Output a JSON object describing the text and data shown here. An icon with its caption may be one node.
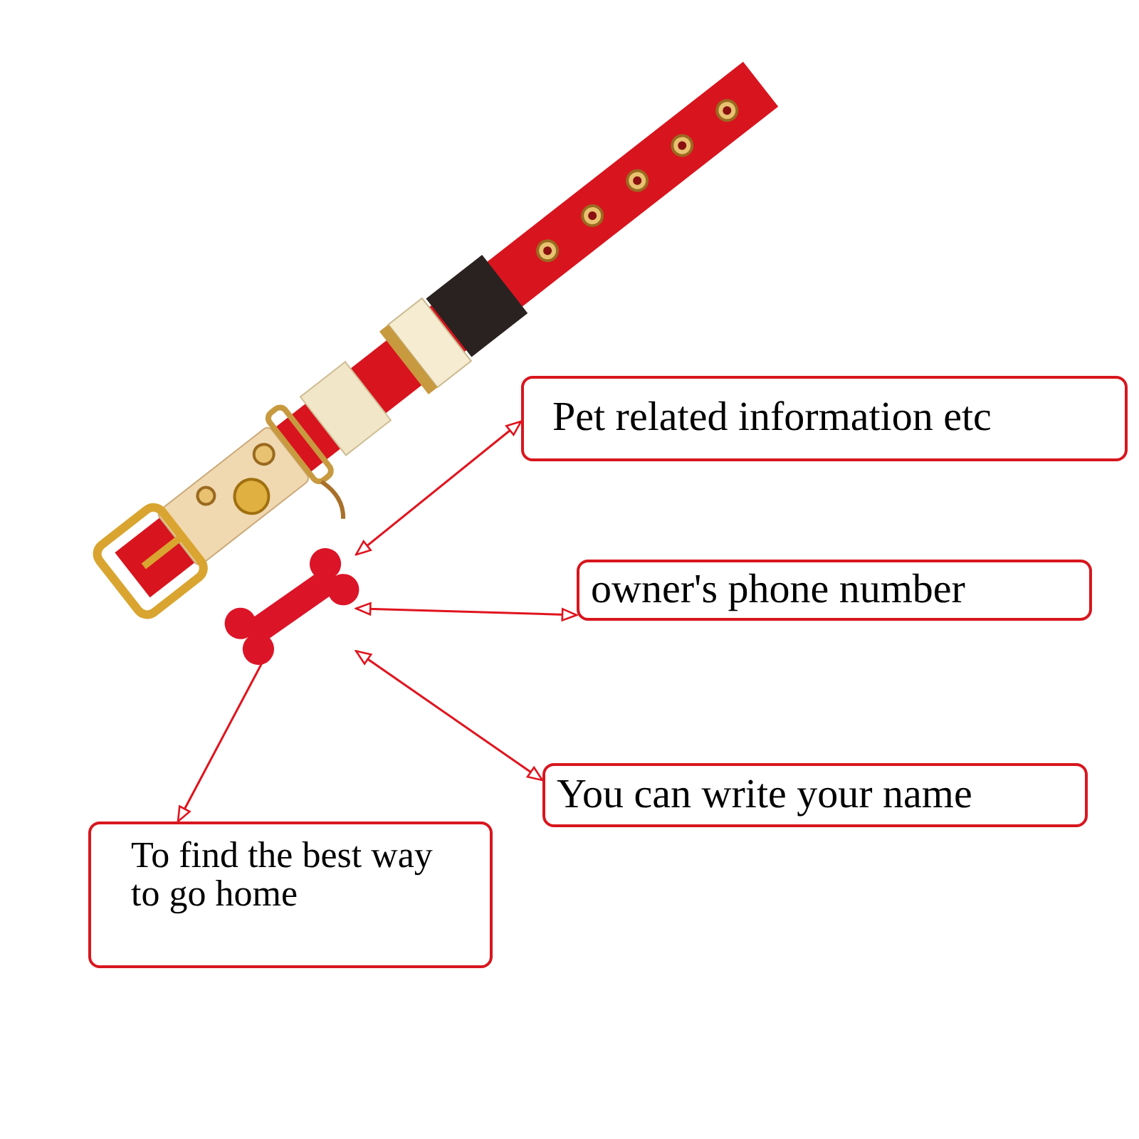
{
  "diagram": {
    "nodes": [
      {
        "text": [],
        "shape": "picture"
      },
      {
        "text": [
          "Pet related information etc"
        ]
      },
      {
        "text": [
          "owner's phone number"
        ]
      },
      {
        "text": [
          "You can write your name"
        ]
      },
      {
        "text": [
          "To find the best way to go home"
        ]
      }
    ],
    "edges": [
      {
        "from": 0,
        "to": 1,
        "arrow": "both"
      },
      {
        "from": 0,
        "to": 2,
        "arrow": "both"
      },
      {
        "from": 0,
        "to": 3,
        "arrow": "both"
      },
      {
        "from": 0,
        "to": 4,
        "arrow": "to"
      }
    ]
  }
}
